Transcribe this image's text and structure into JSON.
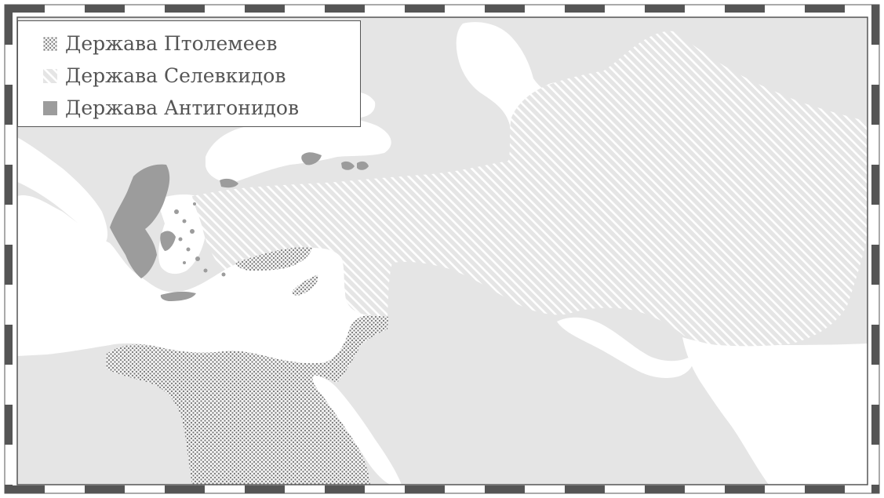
{
  "map": {
    "colors": {
      "land": "#e5e5e5",
      "sea": "#ffffff",
      "ptolemaic": "#9a9a9a",
      "seleucid": "#ffffff",
      "antigonid": "#9c9c9c",
      "border_dark": "#555555"
    },
    "legend": {
      "items": [
        {
          "label": "Держава Птолемеев",
          "pattern": "dots"
        },
        {
          "label": "Держава Селевкидов",
          "pattern": "hatch"
        },
        {
          "label": "Держава Антигонидов",
          "pattern": "solid"
        }
      ]
    }
  }
}
